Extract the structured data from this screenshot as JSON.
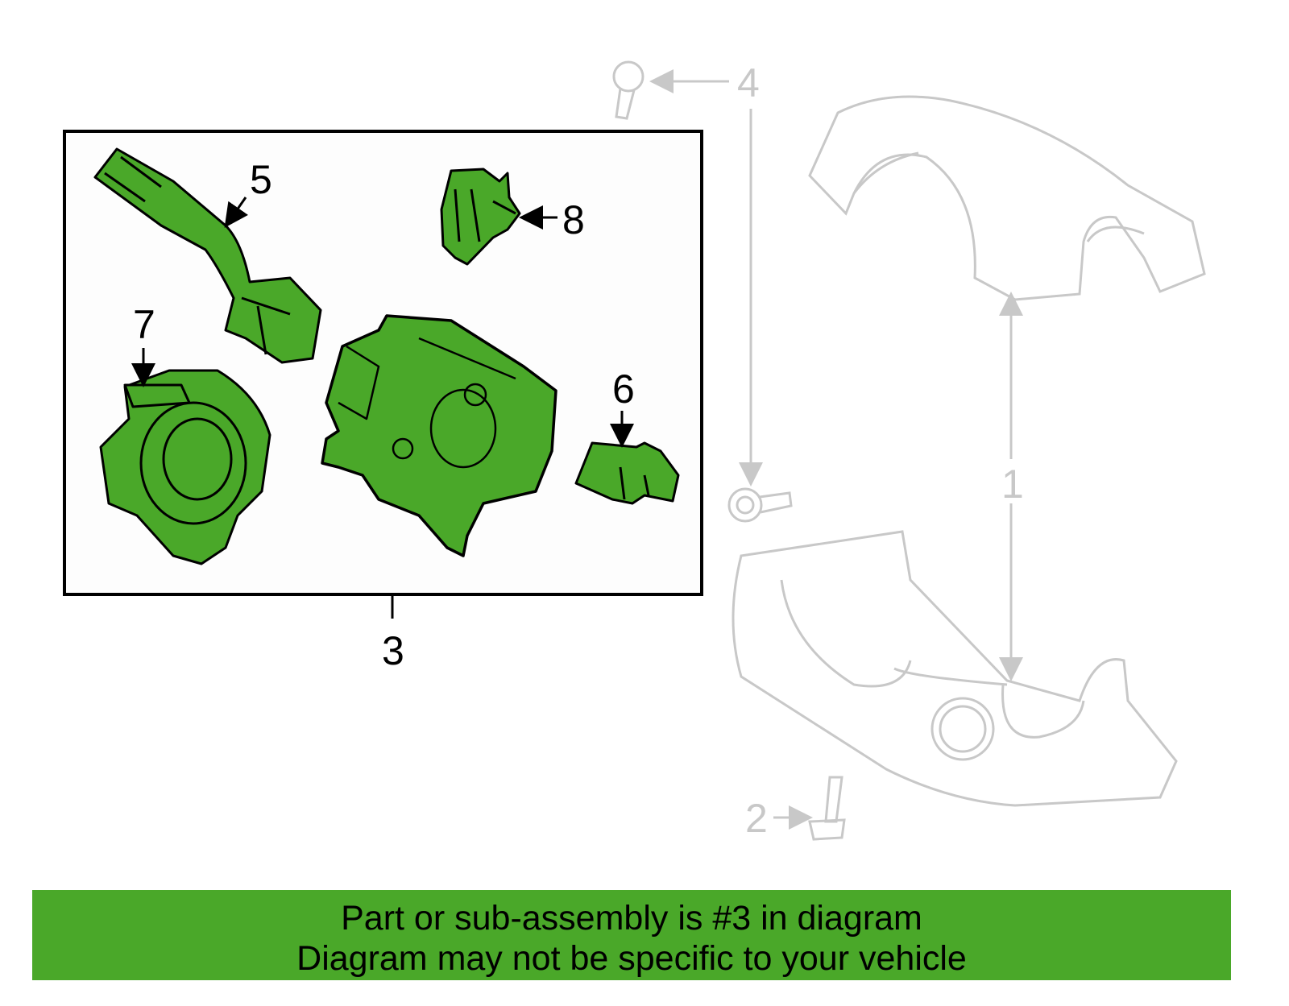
{
  "colors": {
    "highlight": "#4aa829",
    "outline": "#000000",
    "ghost": "#c8c8c8"
  },
  "callouts": {
    "c1": "1",
    "c2": "2",
    "c3": "3",
    "c4": "4",
    "c5": "5",
    "c6": "6",
    "c7": "7",
    "c8": "8"
  },
  "banner": {
    "line1": "Part or sub-assembly is #3 in diagram",
    "line2": "Diagram may not be specific to your vehicle"
  }
}
